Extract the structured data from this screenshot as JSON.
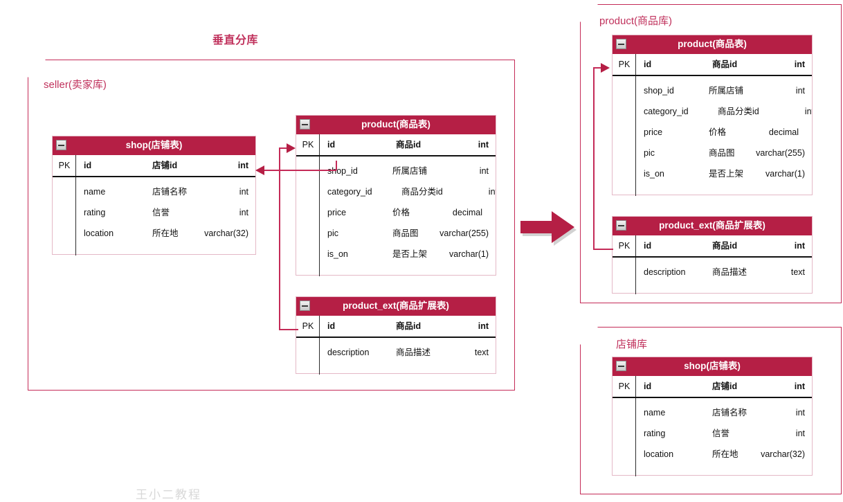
{
  "diagram": {
    "title": "垂直分库",
    "watermark": "王小二教程",
    "accent": "#c42a57",
    "header_bg": "#b51f45",
    "label_color": "#c0315c"
  },
  "databases": [
    {
      "id": "seller",
      "label": "seller(卖家库)"
    },
    {
      "id": "product_db",
      "label": "product(商品库)"
    },
    {
      "id": "shop_db",
      "label": "店铺库"
    }
  ],
  "tables": {
    "shop_left": {
      "title": "shop(店铺表)",
      "pk_label": "PK",
      "pk_row": {
        "name": "id",
        "cn": "店铺id",
        "type": "int"
      },
      "rows": [
        {
          "name": "name",
          "cn": "店铺名称",
          "type": "int"
        },
        {
          "name": "rating",
          "cn": "信誉",
          "type": "int"
        },
        {
          "name": "location",
          "cn": "所在地",
          "type": "varchar(32)"
        }
      ]
    },
    "product_left": {
      "title": "product(商品表)",
      "pk_label": "PK",
      "pk_row": {
        "name": "id",
        "cn": "商品id",
        "type": "int"
      },
      "rows": [
        {
          "name": "shop_id",
          "cn": "所属店铺",
          "type": "int"
        },
        {
          "name": "category_id",
          "cn": "商品分类id",
          "type": "int"
        },
        {
          "name": "price",
          "cn": "价格",
          "type": "decimal"
        },
        {
          "name": "pic",
          "cn": "商品图",
          "type": "varchar(255)"
        },
        {
          "name": "is_on",
          "cn": "是否上架",
          "type": "varchar(1)"
        }
      ]
    },
    "product_ext_left": {
      "title": "product_ext(商品扩展表)",
      "pk_label": "PK",
      "pk_row": {
        "name": "id",
        "cn": "商品id",
        "type": "int"
      },
      "rows": [
        {
          "name": "description",
          "cn": "商品描述",
          "type": "text"
        }
      ]
    },
    "product_right": {
      "title": "product(商品表)",
      "pk_label": "PK",
      "pk_row": {
        "name": "id",
        "cn": "商品id",
        "type": "int"
      },
      "rows": [
        {
          "name": "shop_id",
          "cn": "所属店铺",
          "type": "int"
        },
        {
          "name": "category_id",
          "cn": "商品分类id",
          "type": "int"
        },
        {
          "name": "price",
          "cn": "价格",
          "type": "decimal"
        },
        {
          "name": "pic",
          "cn": "商品图",
          "type": "varchar(255)"
        },
        {
          "name": "is_on",
          "cn": "是否上架",
          "type": "varchar(1)"
        }
      ]
    },
    "product_ext_right": {
      "title": "product_ext(商品扩展表)",
      "pk_label": "PK",
      "pk_row": {
        "name": "id",
        "cn": "商品id",
        "type": "int"
      },
      "rows": [
        {
          "name": "description",
          "cn": "商品描述",
          "type": "text"
        }
      ]
    },
    "shop_right": {
      "title": "shop(店铺表)",
      "pk_label": "PK",
      "pk_row": {
        "name": "id",
        "cn": "店铺id",
        "type": "int"
      },
      "rows": [
        {
          "name": "name",
          "cn": "店铺名称",
          "type": "int"
        },
        {
          "name": "rating",
          "cn": "信誉",
          "type": "int"
        },
        {
          "name": "location",
          "cn": "所在地",
          "type": "varchar(32)"
        }
      ]
    }
  }
}
